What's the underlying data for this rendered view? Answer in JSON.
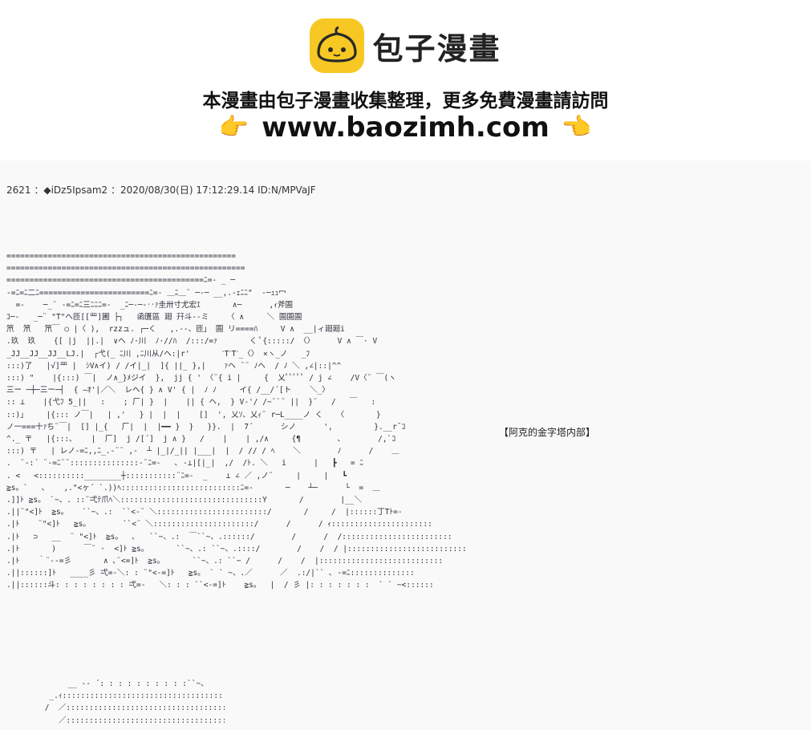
{
  "banner": {
    "logo_icon": "bun-mascot-icon",
    "brand_color": "#f7c824",
    "site_name": "包子漫畫",
    "tagline": "本漫畫由包子漫畫收集整理，更多免費漫畫請訪問",
    "hand_icon": "pointing-hand-icon",
    "hand_glyph": "👉",
    "url": "www.baozimh.com"
  },
  "post": {
    "header": "2621 ：◆iDz5Ipsam2 ：2020/08/30(日) 17:12:29.14 ID:N/MPVaJF",
    "caption": "【阿克的金字塔内部】",
    "art": "==================================================\n====================================================\n===========================================ﾆ=- _ ─\n-=ﾆ=ﾆ二ﾆ========================ﾆ=- ＿ﾆ＿¨ ─-─ __,.-ｪﾆﾆ\"  -─ｭｭ冖\n  =-    ─_¨ -=ﾆ=ﾆ三ﾆﾆﾆ=-  _ﾆ─-─-‥ｧ圭卅寸尤宏ｴ       ∧─      ,ｨ斧圄\nｺ─-   _─¨ \"T\"へ匝[[罒]圃 ├┐   函匱區 廻 幵斗--ミ    〈 ∧     ＼ 圄圄圄\n笊  笊   笊￣ ○ |〈 ),  rzzュ. ┌─く   ,.--、匝」 圄 リ====ﾊ     V ∧  __|ィ廻廻i\n.玖  玖    {[ |j  ||.|  ∨ヘ ﾉ·川  ﾉ·//ﾊ  /:::/=ｧ       く ﾟ{:::::/ 〈〉     V ∧ ￣· V\n_JJ__JJ__JJ__LJ.|  ┌弋(_ ﾆ川 ,ﾆ川从/へ:|r'       ˋTˊTˊ_〈〉 ×ヽ_ノ   _ﾌ\n:::)了   |√]罒 |  ｼV∧イ) / /イ|_|  ]{ ||_ },|    ｧヘ ¨¨ ﾉヘ  / ﾉ ＼ ,∠|::|^^\n:::) \"    |{:::) ￣|  ノ∧_}ﾒジイ  },  jj { ' 〈¨{ i |     {  乂ﾟﾟﾟﾟﾟ / j ∠    /V〈¨ ￣(ヽ\n三ー ─┼─三ー─┤  { ―ｵ'|／＼  レヘ{ } ∧ V' { |  ﾉ ﾉ     イ{ /__/´[ト    ＼_〉\n:: ⊥    |{弋ﾌ 5_||   :    ; 厂| }  |    || { ヘ,  } V-'/ /~¨`¨ ||  }¨   /   ￣   :\n::)」    |{::: ノ￣|   | ,'   } |  |  |    []  ', 乂ｿ、乂ｨ¨ r─L____ノ く   〈       }\nノ一===十ｧち¨￣|  [] |_{   厂|  |  |━━ }  }   }}.  |  7´      シノ      ',         }.__r¯ｺ\n^._ 〒   |{:::､    |  厂]  j /[´]  j ∧ }   /    |    | ,/∧     {¶        ､        /,`ｺ\n:::) 〒   | レノ-=ﾆ,,ﾆ_.-¨¨ ,-  ┴ |_|/_|| |___|  |  / // / ﾍ    ＼        ﾉ      /    ＿\n.  ¨-:´ ¨-=ﾆ¨¨:::::::::::::::-¨ﾆ=-   ､ -⊥|[|_|  ,/  /ﾄ. ＼   i      |   ┣   = ﾆ\n. <   <::::::::::________┼:::::::::::¨ﾆ=-  _    ⊥ ∠ ／ ,ノ¨     |     |   ┗\n≧s。`   ､    ,.\"<ヶ´ `.))ﾍ::::::::::::::::::::::::::ﾆ=-       ─    ┴─      └  =  ＿\n.]]ﾄ ≧s。 `~、. ::¨弌ﾃ爪ﾍ＼:::::::::::::::::::::::::::::::Y       /        |__＼\n.||¨\"<]ﾄ  ≧s。   ``~、.:  ``<-¨ ＼::::::::::::::::::::::::/       /     /  |::::::丁Tﾄ=-\n.|ﾄ    ¨\"<]ﾄ   ≧s。       ``<¨ ＼::::::::::::::::::::::/      /      / ｨ::::::::::::::::::::::\n.|ﾄ   ⊃   __  ¨ \"<]ﾄ  ≧s。  ､   ``~、.:  ￣``~、.::::::/        /      /  /::::::::::::::::::::::::\n.|ﾄ       )      ￣¨ ·  <]ﾄ ≧s。      ``~、.: ``~、.::::/        /    /  / |::::::::::::::::::::::::::\n.|ﾄ    ｀¨--=彡       ∧ ､¨<=]ﾄ  ≧s。      ``~、.: ``~ /      /    /  |:::::::::::::::::::::::::::\n.||::::::]ﾄ   ____彡 弌=-＼: : ¨\"<-=]ﾄ   ≧s。 ` ` ~、.／      ／  .:/|`` ､ -=ﾆ::::::::::::::\n.||::::::斗: : : : : : : : 弌=-   ＼: : : ``<-=]ﾄ    ≧s。  |  / 彡 |: : : : : : :  ` ` ~<::::::",
    "art_bottom": "      __ -‐ ´: : : : : : : : : :``~、\n  _.ｨ::::::::::::::::::::::::::::::::::::::``~、\n /  ／::::::::::::::::::::::::::::::::::::::::::::::::::＼\n    ／:::::::::::::::::::::::::::::::::::::::::::::::::::::::::::＼"
  }
}
